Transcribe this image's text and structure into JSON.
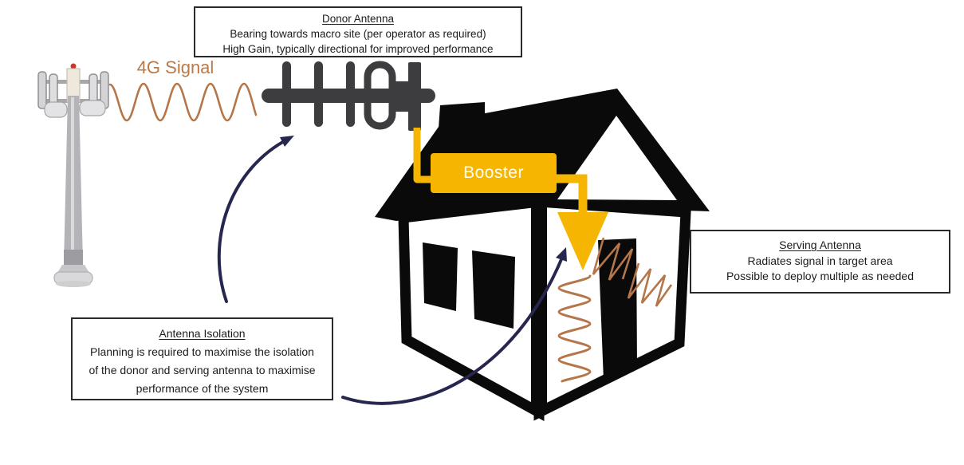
{
  "labels": {
    "signal_wave": "4G Signal",
    "booster": "Booster"
  },
  "boxes": {
    "donor": {
      "title": "Donor Antenna",
      "lines": [
        "Bearing towards macro site (per operator as required)",
        "High Gain, typically directional for improved performance"
      ]
    },
    "serving": {
      "title": "Serving Antenna",
      "lines": [
        "Radiates signal in target area",
        "Possible to deploy multiple as needed"
      ]
    },
    "isolation": {
      "title": "Antenna Isolation",
      "lines": [
        "Planning is required to maximise the isolation",
        "of the donor and serving antenna to maximise",
        "performance of the system"
      ]
    }
  },
  "colors": {
    "booster_yellow": "#F6B500",
    "signal_orange": "#B5764A",
    "arrow_navy": "#26264F",
    "house_ink": "#0A0A0A"
  },
  "graphics": [
    "cell-tower-illustration",
    "4g-signal-wave",
    "yagi-donor-antenna-illustration",
    "house-illustration",
    "booster-output-arrow",
    "indoor-serving-signal-waves",
    "annotation-arrows"
  ]
}
